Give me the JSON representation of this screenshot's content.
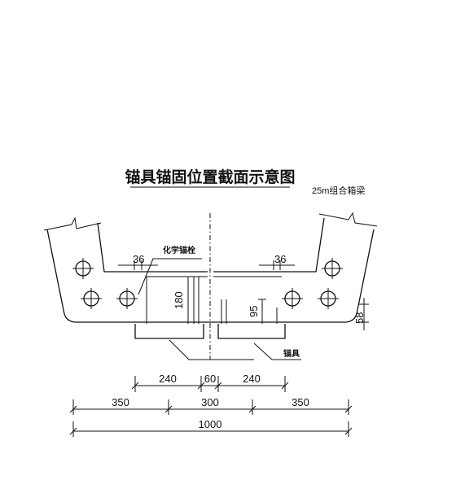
{
  "title": "锚具锚固位置截面示意图",
  "subtitle": "25m组合箱梁",
  "labels": {
    "chemical_anchor": "化学锚栓",
    "anchor": "锚具"
  },
  "dimensions": {
    "bolt_spacing_left": "36",
    "bolt_spacing_right": "36",
    "height_left": "180",
    "height_mid": "95",
    "height_right": "58",
    "anchor_left": "240",
    "anchor_gap": "60",
    "anchor_right": "240",
    "flange_left": "350",
    "web_span": "300",
    "flange_right": "350",
    "total": "1000"
  }
}
